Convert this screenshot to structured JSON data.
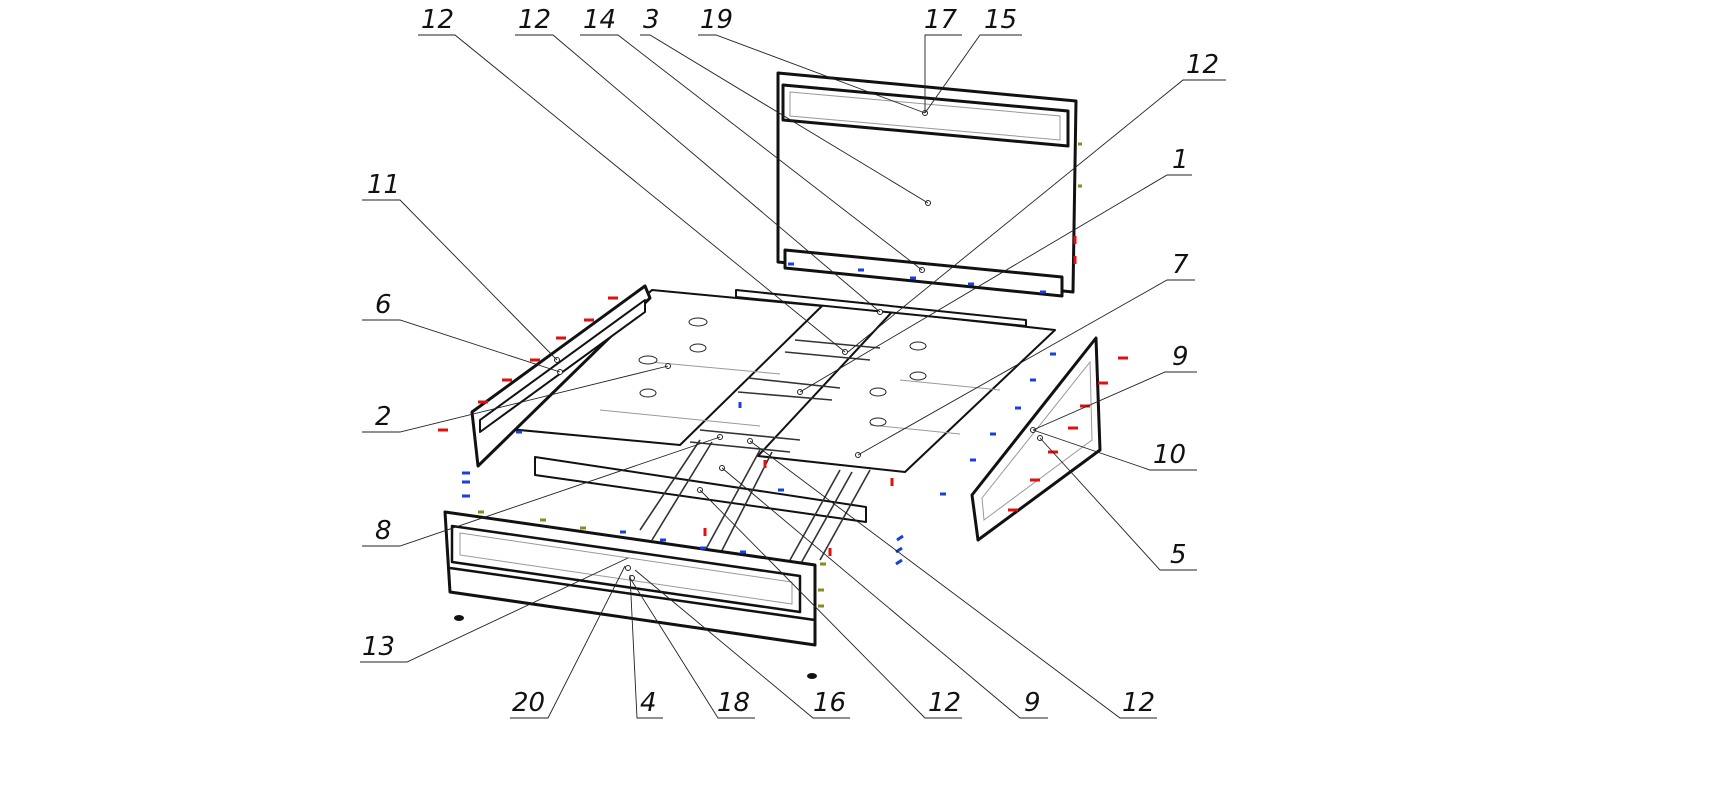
{
  "title": "Bed assembly exploded view",
  "labels": {
    "top_12a": "12",
    "top_12b": "12",
    "top_14": "14",
    "top_3": "3",
    "top_19": "19",
    "top_17": "17",
    "top_15": "15",
    "right_12": "12",
    "right_1": "1",
    "right_7": "7",
    "right_9": "9",
    "right_10": "10",
    "right_5": "5",
    "left_11": "11",
    "left_6": "6",
    "left_2": "2",
    "left_8": "8",
    "left_13": "13",
    "bottom_20": "20",
    "bottom_4": "4",
    "bottom_18": "18",
    "bottom_16": "16",
    "bottom_12a": "12",
    "bottom_9": "9",
    "bottom_12b": "12"
  },
  "colors": {
    "fastener_red": "#e01010",
    "fastener_blue": "#1a3ee0",
    "fastener_olive": "#8a8a20"
  }
}
